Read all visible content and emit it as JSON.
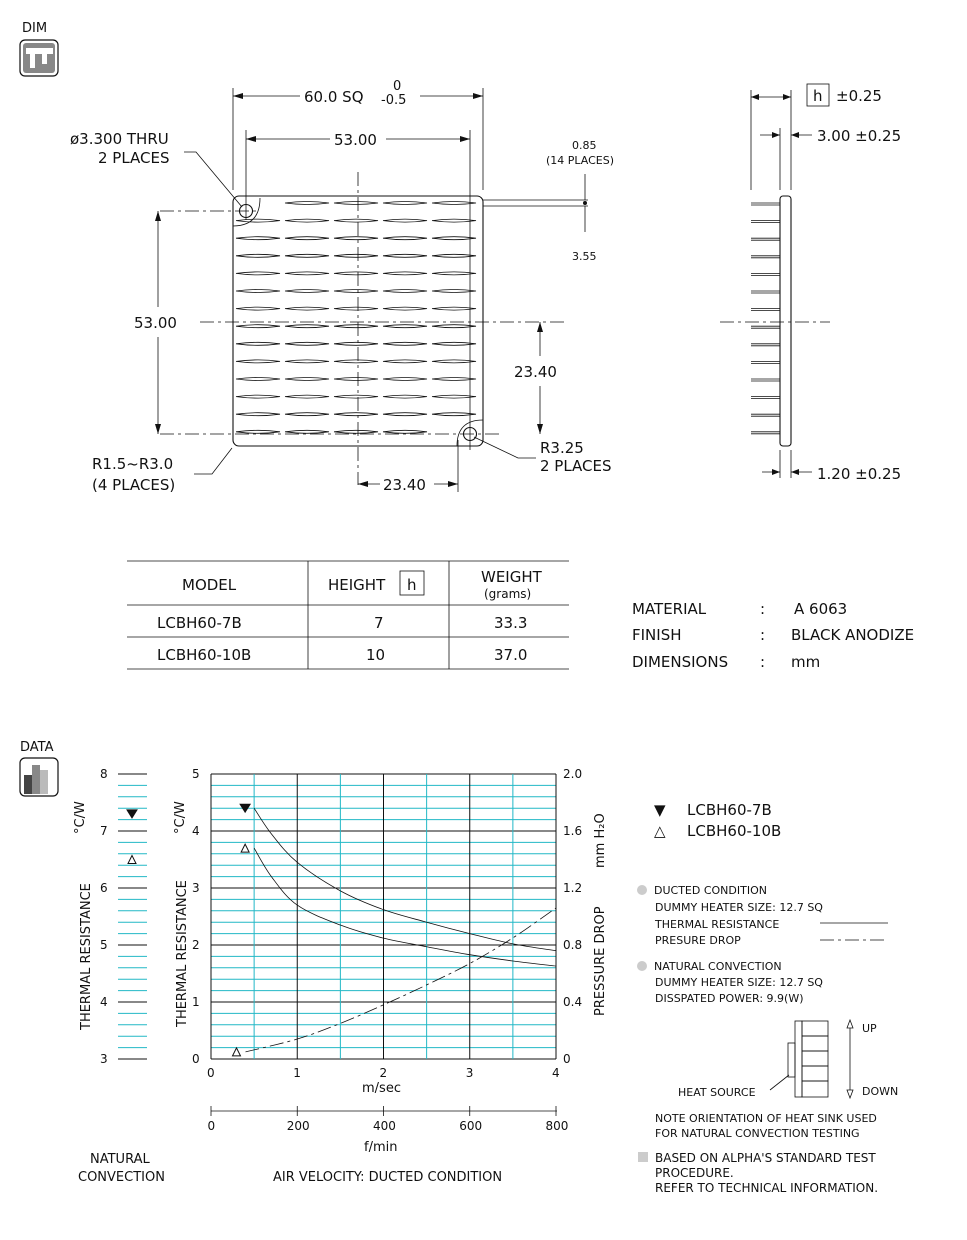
{
  "dim_label": "DIM",
  "data_label": "DATA",
  "drawing": {
    "width_dim": "60.0 SQ",
    "width_tol_upper": "0",
    "width_tol_lower": "-0.5",
    "hole_pitch": "53.00",
    "hole_note_1": "ø3.300 THRU",
    "hole_note_2": "2 PLACES",
    "fin_thk_1": "0.85",
    "fin_thk_2": "(14 PLACES)",
    "fin_pitch": "3.55",
    "vert_pitch": "53.00",
    "offset_y": "23.40",
    "offset_x": "23.40",
    "radius_1": "R1.5~R3.0",
    "radius_2": "(4 PLACES)",
    "r325_1": "R3.25",
    "r325_2": "2 PLACES",
    "side_h": "h",
    "side_h_tol": "±0.25",
    "side_base": "3.00 ±0.25",
    "side_fin": "1.20 ±0.25"
  },
  "spec_table": {
    "headers": [
      "MODEL",
      "HEIGHT",
      "WEIGHT"
    ],
    "height_box": "h",
    "weight_unit": "(grams)",
    "rows": [
      [
        "LCBH60-7B",
        "7",
        "33.3"
      ],
      [
        "LCBH60-10B",
        "10",
        "37.0"
      ]
    ]
  },
  "specs": [
    {
      "label": "MATERIAL",
      "sep": ":",
      "value": "A 6063"
    },
    {
      "label": "FINISH",
      "sep": ":",
      "value": "BLACK ANODIZE"
    },
    {
      "label": "DIMENSIONS",
      "sep": ":",
      "value": "mm"
    }
  ],
  "chart_data": [
    {
      "type": "scatter",
      "title": "NATURAL CONVECTION",
      "ylabel": "THERMAL RESISTANCE",
      "yunit": "°C/W",
      "ylim": [
        3,
        8
      ],
      "yticks": [
        "3",
        "4",
        "5",
        "6",
        "7",
        "8"
      ],
      "series": [
        {
          "name": "LCBH60-7B",
          "marker": "filled-triangle",
          "y": 7.3
        },
        {
          "name": "LCBH60-10B",
          "marker": "open-triangle",
          "y": 6.5
        }
      ]
    },
    {
      "type": "line",
      "title": "AIR VELOCITY:  DUCTED CONDITION",
      "xlabel": "m/sec",
      "x2label": "f/min",
      "ylabel": "THERMAL RESISTANCE",
      "yunit": "°C/W",
      "y2label": "PRESSURE  DROP",
      "y2unit": "mm H₂O",
      "xlim": [
        0,
        4
      ],
      "ylim": [
        0,
        5
      ],
      "y2lim": [
        0,
        2.0
      ],
      "xticks": [
        "0",
        "1",
        "2",
        "3",
        "4"
      ],
      "x2ticks": [
        "0",
        "200",
        "400",
        "600",
        "800"
      ],
      "yticks": [
        "0",
        "1",
        "2",
        "3",
        "4",
        "5"
      ],
      "y2ticks": [
        "0",
        "0.4",
        "0.8",
        "1.2",
        "1.6",
        "2.0"
      ],
      "series": [
        {
          "name": "LCBH60-7B",
          "kind": "thermal",
          "marker": "filled-triangle",
          "x": [
            0.5,
            0.7,
            1.0,
            1.5,
            2.0,
            2.5,
            3.0,
            3.5,
            4.0
          ],
          "y": [
            4.4,
            3.95,
            3.45,
            2.95,
            2.62,
            2.4,
            2.2,
            2.02,
            1.9
          ]
        },
        {
          "name": "LCBH60-10B",
          "kind": "thermal",
          "marker": "open-triangle",
          "x": [
            0.5,
            0.7,
            1.0,
            1.5,
            2.0,
            2.5,
            3.0,
            3.5,
            4.0
          ],
          "y": [
            3.7,
            3.2,
            2.7,
            2.35,
            2.12,
            1.97,
            1.83,
            1.72,
            1.63
          ]
        },
        {
          "name": "PRESSURE DROP",
          "kind": "pressure",
          "marker": "open-triangle",
          "x": [
            0.4,
            1.0,
            1.5,
            2.0,
            2.5,
            3.0,
            3.5,
            4.0
          ],
          "y": [
            0.05,
            0.14,
            0.25,
            0.38,
            0.52,
            0.67,
            0.85,
            1.06
          ]
        }
      ]
    }
  ],
  "legend": {
    "items": [
      {
        "symbol": "▼",
        "label": "LCBH60-7B"
      },
      {
        "symbol": "△",
        "label": "LCBH60-10B"
      }
    ],
    "ducted_title": "DUCTED CONDITION",
    "ducted_heater": "DUMMY HEATER SIZE: 12.7 SQ",
    "thermal_label": "THERMAL RESISTANCE",
    "pressure_label": "PRESURE DROP",
    "natural_title": "NATURAL CONVECTION",
    "natural_heater": "DUMMY HEATER SIZE: 12.7 SQ",
    "natural_power": "DISSPATED POWER: 9.9(W)",
    "up": "UP",
    "down": "DOWN",
    "heat_source": "HEAT SOURCE",
    "note_1": "NOTE ORIENTATION OF HEAT SINK USED",
    "note_2": "FOR NATURAL CONVECTION TESTING",
    "based_1": "BASED ON ALPHA'S STANDARD TEST",
    "based_2": "PROCEDURE.",
    "based_3": "REFER TO TECHNICAL INFORMATION."
  },
  "colors": {
    "grid": "#22b8c6",
    "ink": "#111111"
  }
}
